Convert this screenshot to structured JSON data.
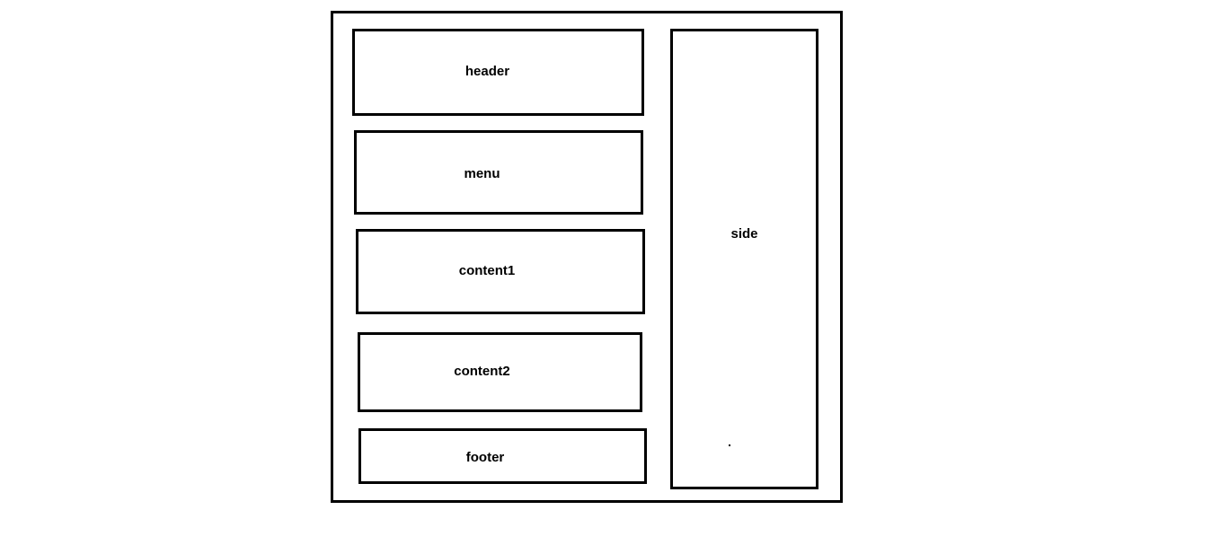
{
  "diagram": {
    "blocks": {
      "header": "header",
      "menu": "menu",
      "content1": "content1",
      "content2": "content2",
      "footer": "footer",
      "side": "side"
    }
  }
}
